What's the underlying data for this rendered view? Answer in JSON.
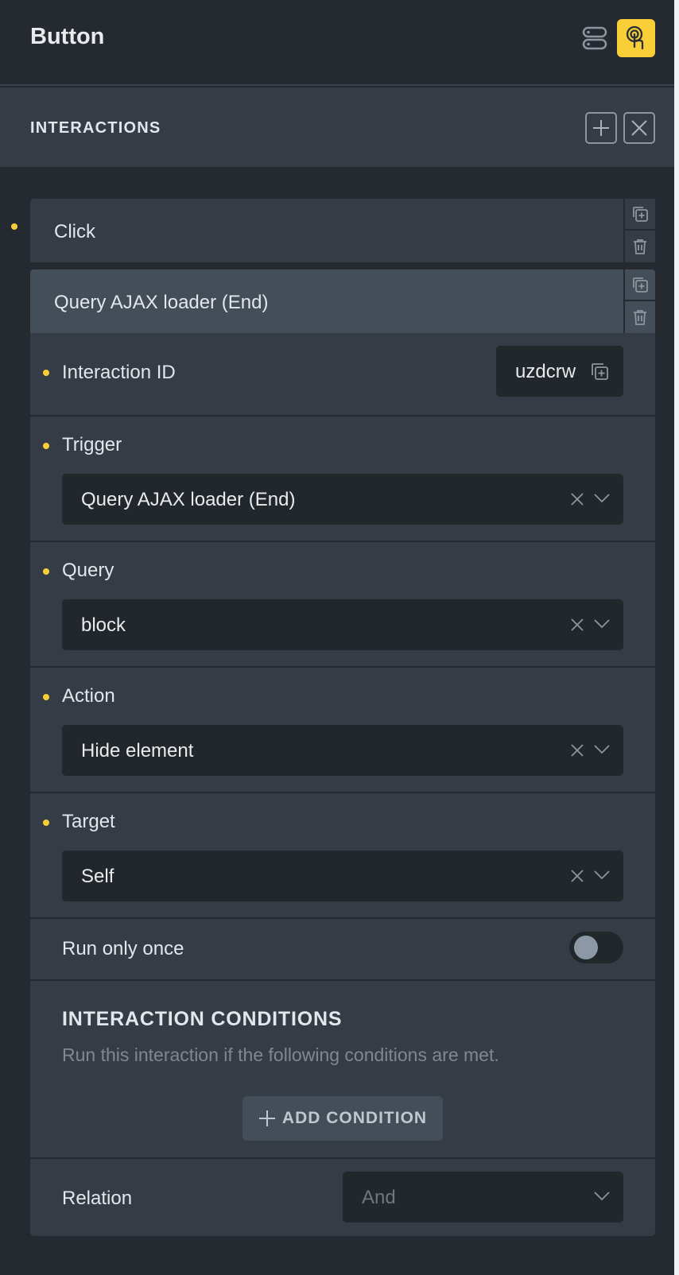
{
  "header": {
    "title": "Button",
    "icons": [
      "layers-icon",
      "interaction-icon"
    ],
    "accent_color": "#f9cf37"
  },
  "section": {
    "title": "INTERACTIONS",
    "icons": [
      "plus-icon",
      "close-icon"
    ]
  },
  "interactions": [
    {
      "label": "Click"
    },
    {
      "label": "Query AJAX loader (End)"
    }
  ],
  "details": {
    "interaction_id": {
      "label": "Interaction ID",
      "value": "uzdcrw"
    },
    "trigger": {
      "label": "Trigger",
      "value": "Query AJAX loader (End)"
    },
    "query": {
      "label": "Query",
      "value": "block"
    },
    "action": {
      "label": "Action",
      "value": "Hide element"
    },
    "target": {
      "label": "Target",
      "value": "Self"
    },
    "run_only_once": {
      "label": "Run only once",
      "enabled": false
    }
  },
  "conditions": {
    "title": "INTERACTION CONDITIONS",
    "description": "Run this interaction if the following conditions are met.",
    "add_label": "ADD CONDITION"
  },
  "relation": {
    "label": "Relation",
    "placeholder": "And"
  }
}
